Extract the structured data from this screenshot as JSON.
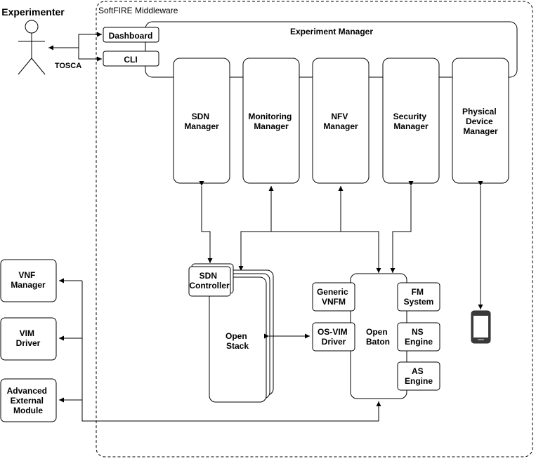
{
  "actor": {
    "label": "Experimenter"
  },
  "middleware": {
    "title": "SoftFIRE Middleware"
  },
  "interfaces": {
    "dashboard": "Dashboard",
    "cli": "CLI",
    "protocol": "TOSCA"
  },
  "experiment_manager": {
    "label": "Experiment Manager"
  },
  "managers": [
    {
      "lines": [
        "SDN",
        "Manager"
      ]
    },
    {
      "lines": [
        "Monitoring",
        "Manager"
      ]
    },
    {
      "lines": [
        "NFV",
        "Manager"
      ]
    },
    {
      "lines": [
        "Security",
        "Manager"
      ]
    },
    {
      "lines": [
        "Physical",
        "Device",
        "Manager"
      ]
    }
  ],
  "sdn_controller": {
    "lines": [
      "SDN",
      "Controller"
    ]
  },
  "openstack": {
    "lines": [
      "Open",
      "Stack"
    ]
  },
  "openbaton": {
    "lines": [
      "Open",
      "Baton"
    ]
  },
  "generic_vnfm": {
    "lines": [
      "Generic",
      "VNFM"
    ]
  },
  "osvim_driver": {
    "lines": [
      "OS-VIM",
      "Driver"
    ]
  },
  "fm_system": {
    "lines": [
      "FM",
      "System"
    ]
  },
  "ns_engine": {
    "lines": [
      "NS",
      "Engine"
    ]
  },
  "as_engine": {
    "lines": [
      "AS",
      "Engine"
    ]
  },
  "external": [
    {
      "lines": [
        "VNF",
        "Manager"
      ]
    },
    {
      "lines": [
        "VIM",
        "Driver"
      ]
    },
    {
      "lines": [
        "Advanced",
        "External",
        "Module"
      ]
    }
  ],
  "device": {
    "icon": "mobile-phone-icon"
  }
}
